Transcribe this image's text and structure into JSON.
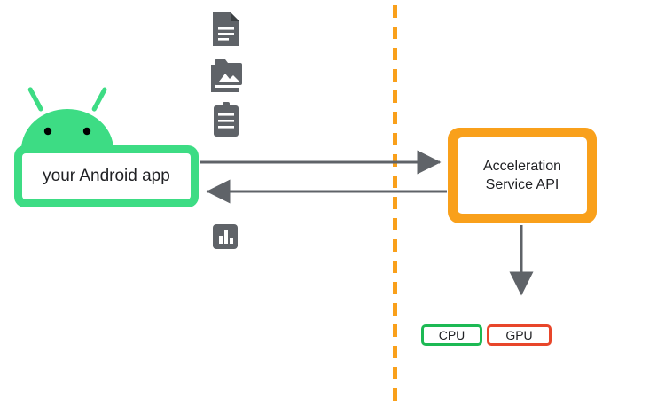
{
  "diagram": {
    "title": "Android app to Acceleration Service API flow",
    "background_color": "#ffffff",
    "divider": {
      "name": "device-cloud-boundary",
      "style": "dashed-vertical",
      "color": "#F9A01B"
    },
    "client": {
      "robot_icon": "android-robot-icon",
      "robot_color": "#3DDC84",
      "box_label": "your Android app",
      "box_border_color": "#3DDC84",
      "box_fill_color": "#ffffff"
    },
    "data_icons": [
      {
        "name": "document-icon",
        "label": "document"
      },
      {
        "name": "photo-library-icon",
        "label": "images"
      },
      {
        "name": "clipboard-icon",
        "label": "clipboard"
      },
      {
        "name": "bar-chart-icon",
        "label": "analytics"
      }
    ],
    "service": {
      "title_lines": [
        "Acceleration",
        "Service API"
      ],
      "border_color": "#F9A01B",
      "fill_color": "#ffffff"
    },
    "arrows": [
      {
        "name": "request-arrow",
        "direction": "right",
        "color": "#5F6368"
      },
      {
        "name": "response-arrow",
        "direction": "left",
        "color": "#5F6368"
      },
      {
        "name": "dispatch-arrow",
        "direction": "down",
        "color": "#5F6368"
      }
    ],
    "processors": [
      {
        "name": "cpu-chip",
        "label": "CPU",
        "border_color": "#1DB954"
      },
      {
        "name": "gpu-chip",
        "label": "GPU",
        "border_color": "#E8462A"
      }
    ]
  }
}
